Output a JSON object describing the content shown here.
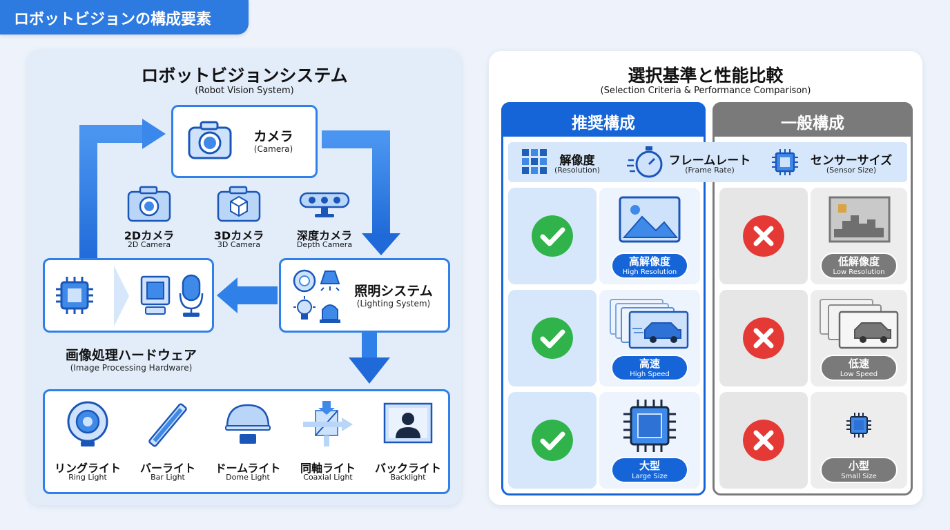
{
  "page_title": "ロボットビジョンの構成要素",
  "left": {
    "title": "ロボットビジョンシステム",
    "subtitle": "(Robot Vision System)",
    "camera": {
      "jp": "カメラ",
      "en": "(Camera)"
    },
    "camera_types": [
      {
        "jp": "2Dカメラ",
        "en": "2D Camera",
        "icon": "camera-icon"
      },
      {
        "jp": "3Dカメラ",
        "en": "3D Camera",
        "icon": "3d-camera-icon"
      },
      {
        "jp": "深度カメラ",
        "en": "Depth Camera",
        "icon": "depth-camera-icon"
      }
    ],
    "lighting": {
      "jp": "照明システム",
      "en": "(Lighting System)"
    },
    "hardware": {
      "jp": "画像処理ハードウェア",
      "en": "(Image Processing Hardware)"
    },
    "lights": [
      {
        "jp": "リングライト",
        "en": "Ring Light",
        "icon": "ring-light-icon"
      },
      {
        "jp": "バーライト",
        "en": "Bar Light",
        "icon": "bar-light-icon"
      },
      {
        "jp": "ドームライト",
        "en": "Dome Light",
        "icon": "dome-light-icon"
      },
      {
        "jp": "同軸ライト",
        "en": "Coaxial Light",
        "icon": "coaxial-light-icon"
      },
      {
        "jp": "バックライト",
        "en": "Backlight",
        "icon": "backlight-icon"
      }
    ]
  },
  "right": {
    "title": "選択基準と性能比較",
    "subtitle": "(Selection Criteria & Performance Comparison)",
    "recommended_header": "推奨構成",
    "general_header": "一般構成",
    "criteria": [
      {
        "jp": "解像度",
        "en": "(Resolution)",
        "icon": "resolution-grid-icon"
      },
      {
        "jp": "フレームレート",
        "en": "(Frame Rate)",
        "icon": "stopwatch-icon"
      },
      {
        "jp": "センサーサイズ",
        "en": "(Sensor Size)",
        "icon": "sensor-chip-icon"
      }
    ],
    "recommended_rows": [
      {
        "jp": "高解像度",
        "en": "High Resolution"
      },
      {
        "jp": "高速",
        "en": "High Speed"
      },
      {
        "jp": "大型",
        "en": "Large Size"
      }
    ],
    "general_rows": [
      {
        "jp": "低解像度",
        "en": "Low Resolution"
      },
      {
        "jp": "低速",
        "en": "Low Speed"
      },
      {
        "jp": "小型",
        "en": "Small Size"
      }
    ]
  },
  "colors": {
    "accent": "#2d7ae0",
    "recommended": "#1565d8",
    "general": "#7a7a7a",
    "check": "#2fb34a",
    "cross": "#e53935"
  }
}
